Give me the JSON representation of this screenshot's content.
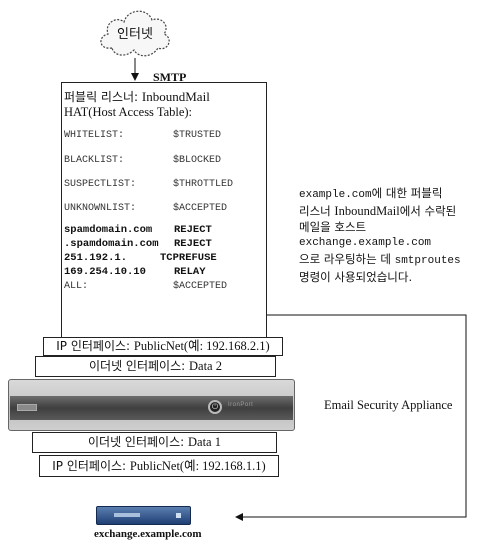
{
  "cloud": {
    "label": "인터넷"
  },
  "smtp_label": "SMTP",
  "listener": {
    "title_prefix": "퍼블릭 리스너: ",
    "title_name": "InboundMail",
    "hat_title": "HAT(Host Access Table):",
    "policy_rows": [
      {
        "key": "WHITELIST:",
        "value": "$TRUSTED"
      },
      {
        "key": "BLACKLIST:",
        "value": "$BLOCKED"
      },
      {
        "key": "SUSPECTLIST:",
        "value": "$THROTTLED"
      },
      {
        "key": "UNKNOWNLIST:",
        "value": "$ACCEPTED"
      }
    ],
    "host_rows": [
      {
        "key": "spamdomain.com",
        "value": "REJECT"
      },
      {
        "key": ".spamdomain.com",
        "value": "REJECT"
      },
      {
        "key": "251.192.1.",
        "value": "TCPREFUSE"
      },
      {
        "key": "169.254.10.10",
        "value": "RELAY"
      }
    ],
    "all_row": {
      "key": "ALL:",
      "value": "$ACCEPTED"
    }
  },
  "note": {
    "line1_mono": "example.com",
    "line1_text": "에 대한 퍼블릭",
    "line2_a": "리스너 ",
    "line2_name": "InboundMail",
    "line2_b": "에서 수락된",
    "line3": "메일을 호스트",
    "line4_mono": "exchange.example.com",
    "line5_a": "으로 라우팅하는 데 ",
    "line5_mono": "smtproutes",
    "line6": "명령이 사용되었습니다."
  },
  "interfaces": {
    "top_ip_prefix": "IP 인터페이스: ",
    "top_ip_value": "PublicNet(예: 192.168.2.1)",
    "top_eth_prefix": "이더넷 인터페이스: ",
    "top_eth_value": "Data 2",
    "bottom_eth_prefix": "이더넷 인터페이스: ",
    "bottom_eth_value": "Data 1",
    "bottom_ip_prefix": "IP 인터페이스: ",
    "bottom_ip_value": "PublicNet(예: 192.168.1.1)"
  },
  "appliance": {
    "label": "Email Security Appliance",
    "brand": "IronPort"
  },
  "server": {
    "label": "exchange.example.com"
  }
}
